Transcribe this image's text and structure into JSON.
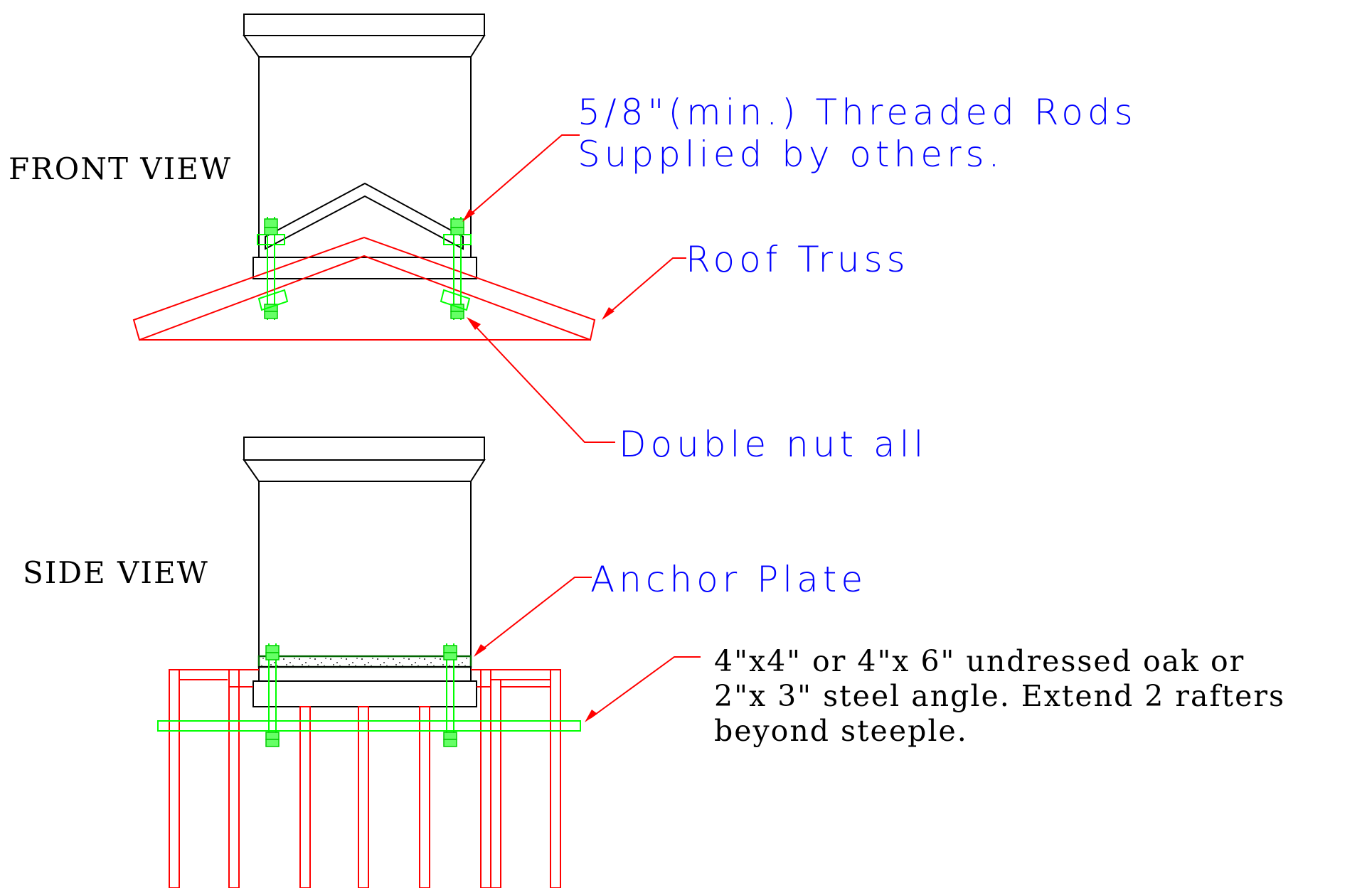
{
  "labels": {
    "front_view": "FRONT VIEW",
    "side_view": "SIDE VIEW"
  },
  "callouts": {
    "threaded_rods_line1": "5/8\"(min.) Threaded Rods",
    "threaded_rods_line2": "Supplied by others.",
    "roof_truss": "Roof Truss",
    "double_nut": "Double nut all",
    "anchor_plate": "Anchor Plate",
    "rafter_note_line1": "4\"x4\" or 4\"x 6\" undressed oak or",
    "rafter_note_line2": "2\"x 3\" steel angle. Extend 2 rafters",
    "rafter_note_line3": "beyond steeple."
  },
  "colors": {
    "structure": "#000000",
    "wood_members": "#ff0000",
    "hardware": "#00ff00",
    "callout_text": "#0000ff",
    "leader_lines": "#ff0000"
  }
}
